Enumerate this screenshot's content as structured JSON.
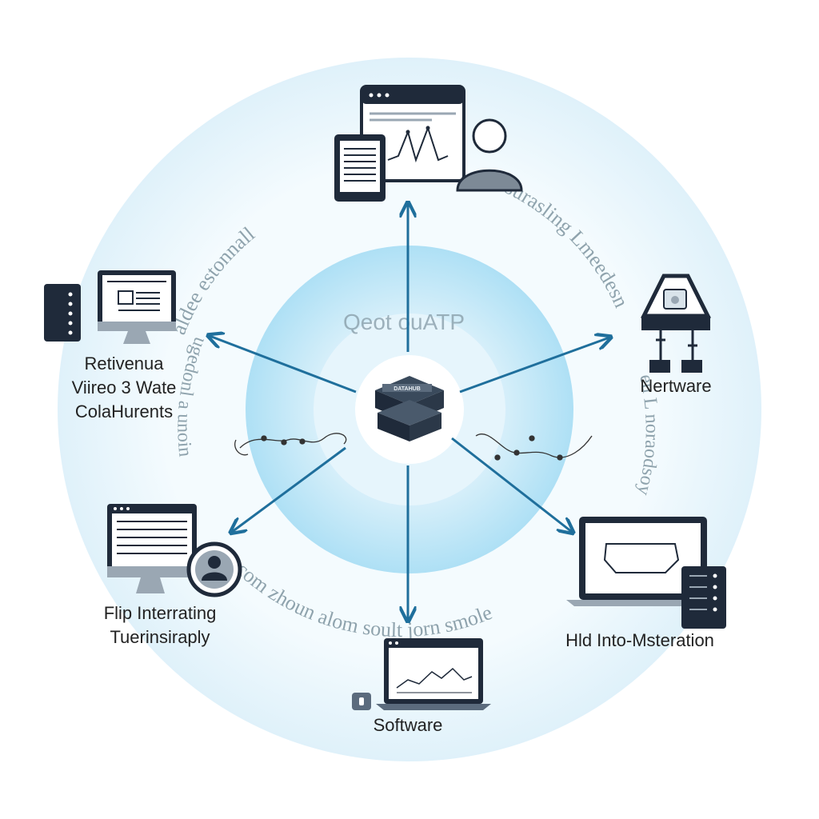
{
  "colors": {
    "outer_ring": "#e6f4fb",
    "mid_disc": "#bfe6f7",
    "inner_disc": "#dff2fb",
    "hub": "#ffffff",
    "arrow": "#1f6f9c",
    "icon_dark": "#1f2a3a",
    "icon_grey": "#9aa7b3",
    "ring_text": "#8fa3ad"
  },
  "center": {
    "watermark": "Qeot ouATP",
    "chip_label": "DATAHUB"
  },
  "ring_text": {
    "top": "aldee estonnall",
    "top_right": "surasling Lmeedesn",
    "right": "eu L noraodsoy",
    "bottom": "n.com zhoun alom soult jorn smole",
    "left": "ugedonl a unoin"
  },
  "nodes": {
    "left_top": {
      "lines": [
        "Retivenua",
        "Viireo 3 Wate",
        "ColaHurents"
      ],
      "icon": "monitor-with-server-icon"
    },
    "right_top": {
      "lines": [
        "Nertware"
      ],
      "icon": "network-hardware-icon"
    },
    "left_bottom": {
      "lines": [
        "Flip Interrating",
        "Tuerinsiraply"
      ],
      "icon": "monitor-with-user-icon"
    },
    "bottom": {
      "lines": [
        "Software"
      ],
      "icon": "laptop-chart-icon"
    },
    "right_bottom": {
      "lines": [
        "Hld Into-Msteration"
      ],
      "icon": "laptop-with-server-icon"
    },
    "top": {
      "icon": "dashboard-tablet-user-icon"
    }
  }
}
